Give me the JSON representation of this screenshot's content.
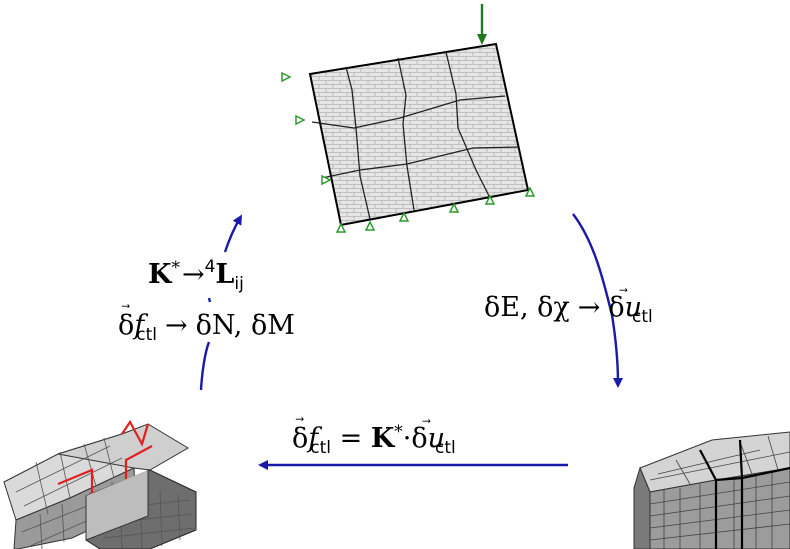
{
  "colors": {
    "arrow": "#1a1aa8",
    "support": "#2e9a2e",
    "load": "#1f7a1f",
    "highlight": "#e02020",
    "mesh_fill": "#e4e4e4",
    "block_light": "#d9d9d9",
    "block_dark": "#8a8a8a"
  },
  "labels": {
    "upscale": {
      "line1": {
        "K": "K",
        "star": "*",
        "arrow": "→",
        "sup": "4",
        "L": "L",
        "sub": "ij"
      },
      "line2": {
        "delta": "δ",
        "f": "f",
        "vec": "⃗",
        "sub": "ctl",
        "arrow": "→",
        "rhs": "δN, δM"
      }
    },
    "downscale": {
      "lhs": "δE, δχ",
      "arrow": "→",
      "delta": "δ",
      "u": "u",
      "vec": "⃗",
      "sub": "ctl"
    },
    "solve": {
      "delta1": "δ",
      "f": "f",
      "vec1": "⃗",
      "sub1": "ctl",
      "eq": " = ",
      "K": "K",
      "star": "*",
      "dot": "·",
      "delta2": "δ",
      "u": "u",
      "vec2": "⃗",
      "sub2": "ctl"
    }
  },
  "icons": {
    "top": "masonry-wall-mesh-icon",
    "bottom_left": "deformed-rve-block-icon",
    "bottom_right": "rve-block-icon"
  }
}
